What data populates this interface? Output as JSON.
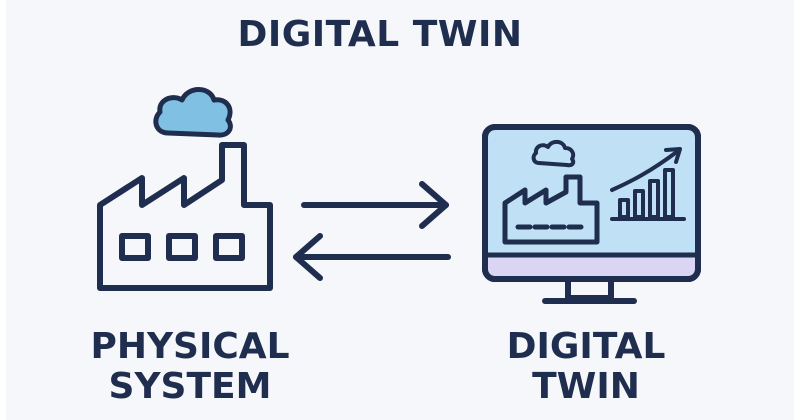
{
  "title": "DIGITAL TWIN",
  "left_label": {
    "line1": "PHYSICAL",
    "line2": "SYSTEM"
  },
  "right_label": {
    "line1": "DIGITAL",
    "line2": "TWIN"
  },
  "icons": {
    "factory": "factory-icon",
    "cloud": "cloud-icon",
    "monitor": "monitor-icon",
    "chart": "growth-chart-icon",
    "arrow_right": "arrow-right-icon",
    "arrow_left": "arrow-left-icon"
  },
  "colors": {
    "stroke": "#1f2d4e",
    "cloud_fill": "#7fc0e3",
    "screen_fill": "#bfe0f5",
    "screen_bottom": "#d9d5f3",
    "background": "#f6f7fa"
  }
}
